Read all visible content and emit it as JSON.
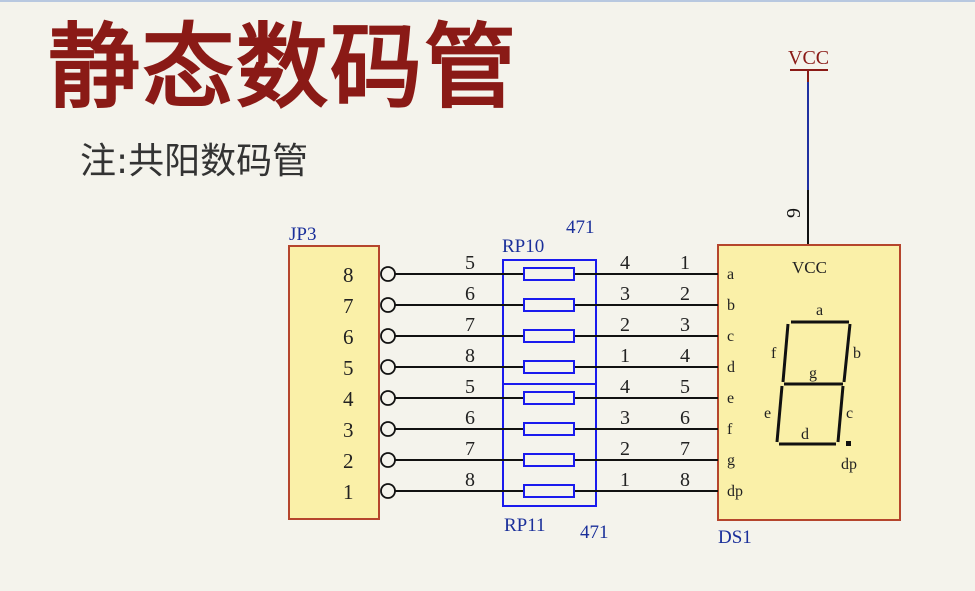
{
  "title": "静态数码管",
  "subtitle": "注:共阳数码管",
  "colors": {
    "title": "#8a1a16",
    "component_fill": "#faf0a8",
    "component_border": "#b5452c",
    "designator": "#1a2f9a",
    "resnet": "#1a1aee",
    "wire": "#111111",
    "vcc_wire": "#2030a0"
  },
  "vcc_label": "VCC",
  "vcc_pin": "9",
  "jp3": {
    "designator": "JP3",
    "pins": [
      "8",
      "7",
      "6",
      "5",
      "4",
      "3",
      "2",
      "1"
    ]
  },
  "rp10": {
    "designator": "RP10",
    "value": "471",
    "left_pins": [
      "5",
      "6",
      "7",
      "8"
    ],
    "right_pins": [
      "4",
      "3",
      "2",
      "1"
    ]
  },
  "rp11": {
    "designator": "RP11",
    "value": "471",
    "left_pins": [
      "5",
      "6",
      "7",
      "8"
    ],
    "right_pins": [
      "4",
      "3",
      "2",
      "1"
    ]
  },
  "ds1": {
    "designator": "DS1",
    "vcc_label": "VCC",
    "pin_numbers": [
      "1",
      "2",
      "3",
      "4",
      "5",
      "6",
      "7",
      "8"
    ],
    "pin_names": [
      "a",
      "b",
      "c",
      "d",
      "e",
      "f",
      "g",
      "dp"
    ],
    "segments": {
      "a": "a",
      "b": "b",
      "c": "c",
      "d": "d",
      "e": "e",
      "f": "f",
      "g": "g",
      "dp": "dp"
    }
  }
}
